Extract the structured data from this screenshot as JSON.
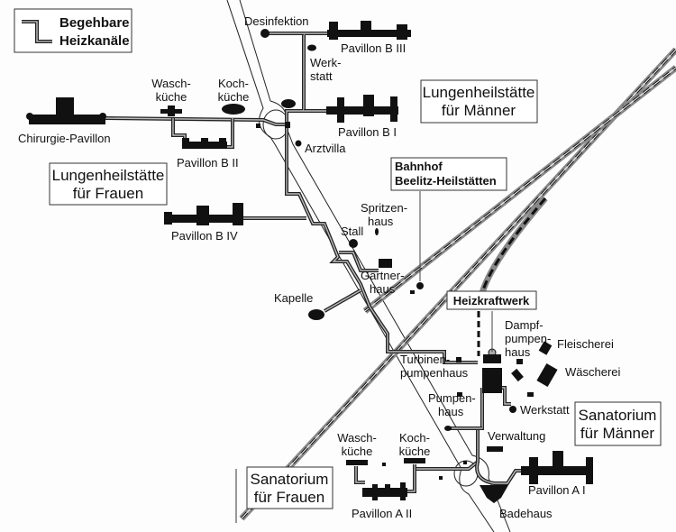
{
  "legend": {
    "line1": "Begehbare",
    "line2": "Heizkanäle",
    "icon": "heating-canal-line-icon"
  },
  "districts": {
    "lungen_frauen": [
      "Lungenheilstätte",
      "für Frauen"
    ],
    "lungen_maenner": [
      "Lungenheilstätte",
      "für Männer"
    ],
    "sanatorium_frauen": [
      "Sanatorium",
      "für Frauen"
    ],
    "sanatorium_maenner": [
      "Sanatorium",
      "für Männer"
    ]
  },
  "station": [
    "Bahnhof",
    "Beelitz-Heilstätten"
  ],
  "power_plant": "Heizkraftwerk",
  "buildings": {
    "chirurgie": "Chirurgie-Pavillon",
    "waschkueche_b": [
      "Wasch-",
      "küche"
    ],
    "kochkueche_b": [
      "Koch-",
      "küche"
    ],
    "pavillon_b2": "Pavillon B II",
    "pavillon_b4": "Pavillon B IV",
    "desinfektion": "Desinfektion",
    "werkstatt_b": [
      "Werk-",
      "statt"
    ],
    "pavillon_b3": "Pavillon B III",
    "pavillon_b1": "Pavillon B I",
    "arztvilla": "Arztvilla",
    "spritzenhaus": [
      "Spritzen-",
      "haus"
    ],
    "stall": "Stall",
    "gaertnerhaus": [
      "Gärtner-",
      "haus"
    ],
    "kapelle": "Kapelle",
    "dampfpumpenhaus": [
      "Dampf-",
      "pumpen-",
      "haus"
    ],
    "fleischerei": "Fleischerei",
    "waescherei": "Wäscherei",
    "turbinenpumpenhaus": [
      "Turbinen-",
      "pumpenhaus"
    ],
    "pumpenhaus": [
      "Pumpen-",
      "haus"
    ],
    "werkstatt_a": "Werkstatt",
    "verwaltung": "Verwaltung",
    "waschkueche_a": [
      "Wasch-",
      "küche"
    ],
    "kochkueche_a": [
      "Koch-",
      "küche"
    ],
    "pavillon_a2": "Pavillon A II",
    "pavillon_a1": "Pavillon A I",
    "badehaus": "Badehaus"
  }
}
